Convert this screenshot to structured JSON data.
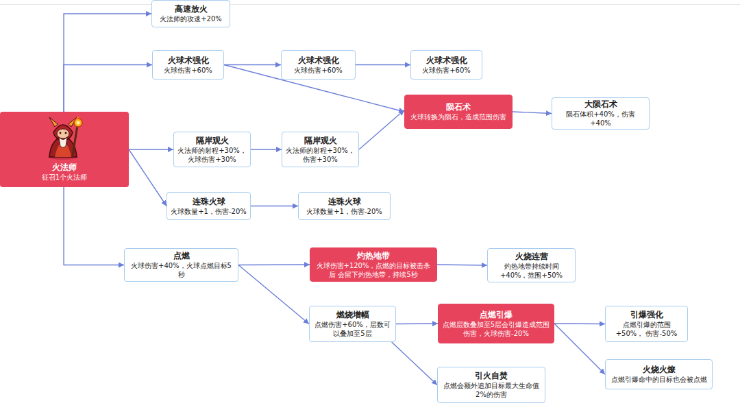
{
  "diagram": {
    "nodes": [
      {
        "text": [
          "火法师",
          "征召1个火法师"
        ]
      },
      {
        "text": [
          "高速放火",
          "火法师的攻速+20%"
        ]
      },
      {
        "text": [
          "火球术强化",
          "火球伤害+60%"
        ]
      },
      {
        "text": [
          "火球术强化",
          "火球伤害+60%"
        ]
      },
      {
        "text": [
          "火球术强化",
          "火球伤害+60%"
        ]
      },
      {
        "text": [
          "陨石术",
          "火球转换为陨石，造成范围伤害"
        ]
      },
      {
        "text": [
          "大陨石术",
          "陨石体积+40%，伤害+40%"
        ]
      },
      {
        "text": [
          "隔岸观火",
          "火法师的射程+30%， 火球伤害+30%"
        ]
      },
      {
        "text": [
          "隔岸观火",
          "火法师的射程+30%， 伤害+30%"
        ]
      },
      {
        "text": [
          "连珠火球",
          "火球数量+1，伤害-20%"
        ]
      },
      {
        "text": [
          "连珠火球",
          "火球数量+1，伤害-20%"
        ]
      },
      {
        "text": [
          "点燃",
          "火球伤害+40%，火球点燃目标5秒"
        ]
      },
      {
        "text": [
          "灼热地带",
          "火球伤害+120%，点燃的目标被击杀后 会留下灼热地带，持续5秒"
        ]
      },
      {
        "text": [
          "火烧连营",
          "灼热地带持续时间 +40%，范围+50%"
        ]
      },
      {
        "text": [
          "燃烧增幅",
          "点燃伤害+60%，层数可 以叠加至5层"
        ]
      },
      {
        "text": [
          "点燃引爆",
          "点燃层数叠加至5层会引爆造成范围 伤害，火球伤害-20%"
        ]
      },
      {
        "text": [
          "引火自焚",
          "点燃会额外追加目标最大生命值 2%的伤害"
        ]
      },
      {
        "text": [
          "引爆强化",
          "点燃引爆的范围+50%， 伤害-50%"
        ]
      },
      {
        "text": [
          "火烧火燎",
          "点燃引爆命中的目标也会被点燃"
        ]
      }
    ],
    "edges": [
      {
        "from": 0,
        "to": 1,
        "arrow": "to"
      },
      {
        "from": 0,
        "to": 2,
        "arrow": "to"
      },
      {
        "from": 2,
        "to": 3,
        "arrow": "to"
      },
      {
        "from": 3,
        "to": 4,
        "arrow": "to"
      },
      {
        "from": 2,
        "to": 5,
        "arrow": "to"
      },
      {
        "from": 8,
        "to": 5,
        "arrow": "to"
      },
      {
        "from": 5,
        "to": 6,
        "arrow": "to"
      },
      {
        "from": 0,
        "to": 7,
        "arrow": "to"
      },
      {
        "from": 7,
        "to": 8,
        "arrow": "to"
      },
      {
        "from": 0,
        "to": 9,
        "arrow": "to"
      },
      {
        "from": 9,
        "to": 10,
        "arrow": "to"
      },
      {
        "from": 0,
        "to": 11,
        "arrow": "to"
      },
      {
        "from": 11,
        "to": 12,
        "arrow": "to"
      },
      {
        "from": 12,
        "to": 13,
        "arrow": "to"
      },
      {
        "from": 11,
        "to": 14,
        "arrow": "to"
      },
      {
        "from": 14,
        "to": 15,
        "arrow": "to"
      },
      {
        "from": 14,
        "to": 16,
        "arrow": "to"
      },
      {
        "from": 15,
        "to": 17,
        "arrow": "to"
      },
      {
        "from": 15,
        "to": 18,
        "arrow": "to"
      }
    ]
  }
}
